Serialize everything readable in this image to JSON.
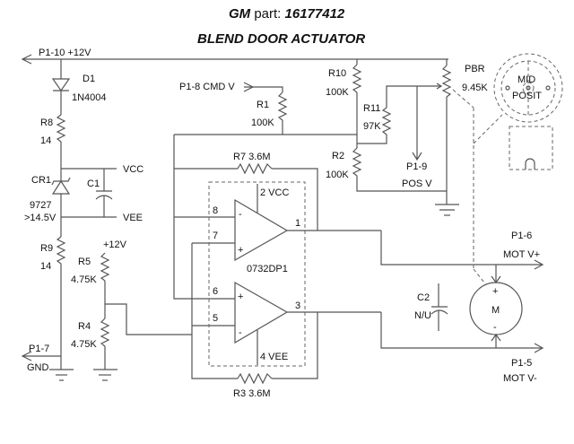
{
  "title": {
    "brand": "GM",
    "part_label": " part: ",
    "part_number": "16177412",
    "subtitle": "BLEND DOOR ACTUATOR"
  },
  "labels": {
    "p1_10": "P1-10 +12V",
    "d1": "D1",
    "d1_value": "1N4004",
    "r8": "R8",
    "r8_value": "14",
    "vcc": "VCC",
    "c1": "C1",
    "cr1": "CR1",
    "cr1_value": "9727",
    "cr1_voltage": ">14.5V",
    "vee": "VEE",
    "r9": "R9",
    "r9_value": "14",
    "plus12": "+12V",
    "r5": "R5",
    "r5_value": "4.75K",
    "r4": "R4",
    "r4_value": "4.75K",
    "p1_7": "P1-7",
    "gnd": "GND",
    "p1_8": "P1-8 CMD V",
    "r1": "R1",
    "r1_value": "100K",
    "r7": "R7 3.6M",
    "r3": "R3 3.6M",
    "vcc_pin": "2 VCC",
    "vee_pin": "4 VEE",
    "pin8": "8",
    "pin7": "7",
    "pin6": "6",
    "pin5": "5",
    "pin1": "1",
    "pin3": "3",
    "ic": "0732DP1",
    "r10": "R10",
    "r10_value": "100K",
    "r11": "R11",
    "r11_value": "97K",
    "r2": "R2",
    "r2_value": "100K",
    "p1_9": "P1-9",
    "pos_v": "POS V",
    "pbr": "PBR",
    "pbr_value": "9.45K",
    "mid": "MID",
    "posit": "POSIT",
    "p1_6": "P1-6",
    "mot_vp": "MOT V+",
    "p1_5": "P1-5",
    "mot_vm": "MOT V-",
    "c2": "C2",
    "c2_value": "N/U",
    "motor": "M",
    "motor_plus": "+",
    "motor_minus": "-",
    "op_minus": "-",
    "op_plus": "+"
  }
}
